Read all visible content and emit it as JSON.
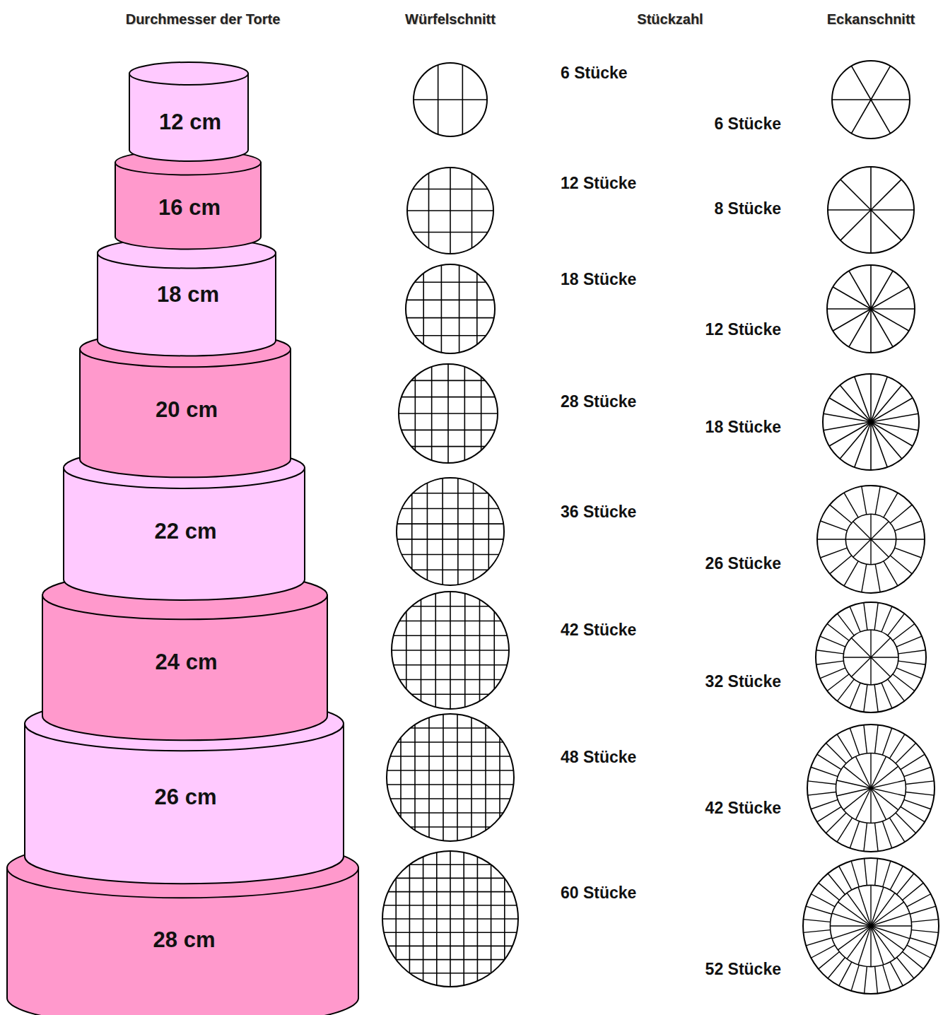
{
  "diagram": {
    "nodes": [
      {
        "text": [
          "12 cm"
        ]
      },
      {
        "text": [
          "16 cm"
        ]
      },
      {
        "text": [
          "18 cm"
        ]
      },
      {
        "text": [
          "20 cm"
        ]
      },
      {
        "text": [
          "22 cm"
        ]
      },
      {
        "text": [
          "24 cm"
        ]
      },
      {
        "text": [
          "26 cm"
        ]
      },
      {
        "text": [
          "28 cm"
        ]
      }
    ],
    "labels": [
      "Durchmesser der Torte",
      "Würfelschnitt",
      "Stückzahl",
      "Eckanschnitt",
      "6 Stücke",
      "6 Stücke",
      "12 Stücke",
      "8 Stücke",
      "18 Stücke",
      "12 Stücke",
      "28 Stücke",
      "18 Stücke",
      "36 Stücke",
      "26 Stücke",
      "42 Stücke",
      "32 Stücke",
      "48 Stücke",
      "42 Stücke",
      "60 Stücke",
      "52 Stücke"
    ]
  }
}
